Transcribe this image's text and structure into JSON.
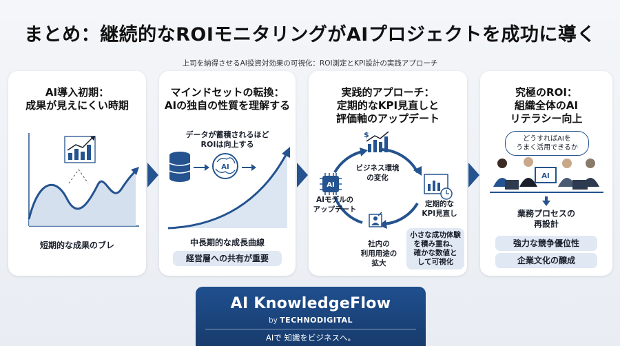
{
  "title": "まとめ：継続的なROIモニタリングがAIプロジェクトを成功に導く",
  "subtitle": "上司を納得させるAI投資対効果の可視化：ROI測定とKPI設計の実践アプローチ",
  "cards": [
    {
      "heading_line1": "AI導入初期：",
      "heading_line2": "成果が見えにくい時期",
      "caption": "短期的な成果のブレ"
    },
    {
      "heading_line1": "マインドセットの転換：",
      "heading_line2": "AIの独自の性質を理解する",
      "note_line1": "データが蓄積されるほど",
      "note_line2": "ROIは向上する",
      "brain_label": "AI",
      "caption": "中長期的な成長曲線",
      "pill": "経営層への共有が重要"
    },
    {
      "heading_line1": "実践的アプローチ：",
      "heading_line2": "定期的なKPI見直しと",
      "heading_line3": "評価軸のアップデート",
      "chip_label": "AI",
      "cycle_top_line1": "ビジネス環境",
      "cycle_top_line2": "の変化",
      "cycle_right_line1": "定期的な",
      "cycle_right_line2": "KPI見直し",
      "cycle_left_line1": "AIモデルの",
      "cycle_left_line2": "アップデート",
      "cycle_bottom_line1": "社内の",
      "cycle_bottom_line2": "利用用途の",
      "cycle_bottom_line3": "拡大",
      "note_line1": "小さな成功体験",
      "note_line2": "を積み重ね、",
      "note_line3": "確かな数値と",
      "note_line4": "して可視化"
    },
    {
      "heading_line1": "究極のROI：",
      "heading_line2": "組織全体のAI",
      "heading_line3": "リテラシー向上",
      "bubble_line1": "どうすればAIを",
      "bubble_line2": "うまく活用できるか",
      "screen_label": "AI",
      "caption_line1": "業務プロセスの",
      "caption_line2": "再設計",
      "pill1": "強力な競争優位性",
      "pill2": "企業文化の醸成"
    }
  ],
  "footer": {
    "brand": "AI KnowledgeFlow",
    "by": "by",
    "company": "TECHNODIGITAL",
    "tagline": "AIで 知識をビジネスへ。"
  },
  "colors": {
    "accent": "#24538f",
    "pill_bg": "#dfe8f3",
    "footer_bg": "#1f4f8f",
    "card_bg": "#ffffff"
  }
}
